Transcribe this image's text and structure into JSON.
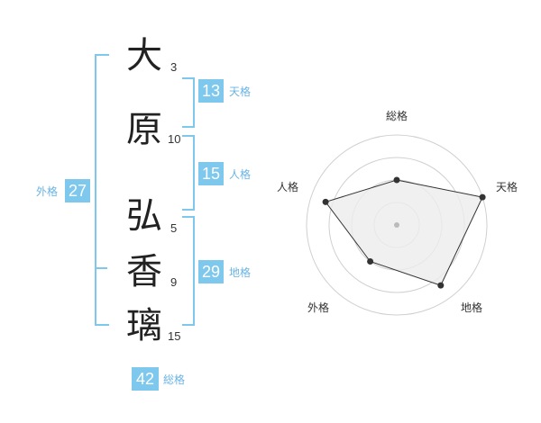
{
  "name": {
    "characters": [
      {
        "char": "大",
        "strokes": "3"
      },
      {
        "char": "原",
        "strokes": "10"
      },
      {
        "char": "弘",
        "strokes": "5"
      },
      {
        "char": "香",
        "strokes": "9"
      },
      {
        "char": "璃",
        "strokes": "15"
      }
    ]
  },
  "kakusu": {
    "tenkaku": {
      "label": "天格",
      "value": "13"
    },
    "jinkaku": {
      "label": "人格",
      "value": "15"
    },
    "chikaku": {
      "label": "地格",
      "value": "29"
    },
    "gaikaku": {
      "label": "外格",
      "value": "27"
    },
    "soukaku": {
      "label": "総格",
      "value": "42"
    }
  },
  "chart_data": {
    "type": "radar",
    "axes": [
      "総格",
      "天格",
      "地格",
      "外格",
      "人格"
    ],
    "values": [
      0.5,
      1.0,
      0.83,
      0.5,
      0.83
    ],
    "range": [
      0,
      1
    ],
    "rings": 4,
    "colors": {
      "fill": "#ececec",
      "line": "#333333",
      "point": "#333333",
      "grid": "#d0d0d0",
      "center": "#bbbbbb"
    }
  },
  "colors": {
    "accent": "#7ec8ee"
  }
}
